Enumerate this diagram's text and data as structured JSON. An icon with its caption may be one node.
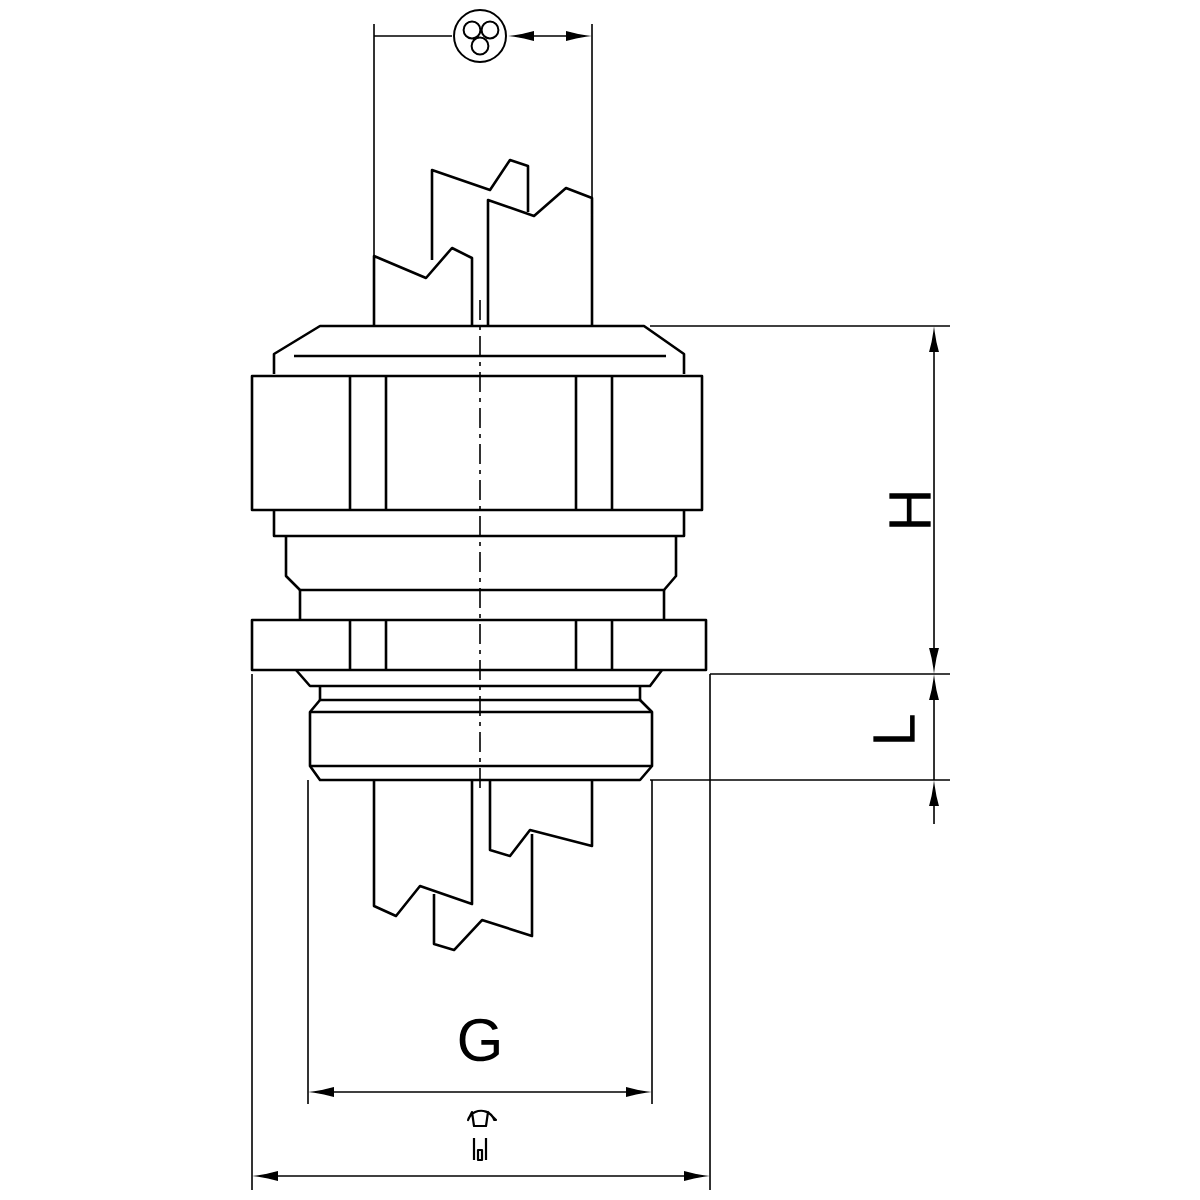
{
  "diagram": {
    "labels": [
      "H",
      "L",
      "G"
    ]
  }
}
